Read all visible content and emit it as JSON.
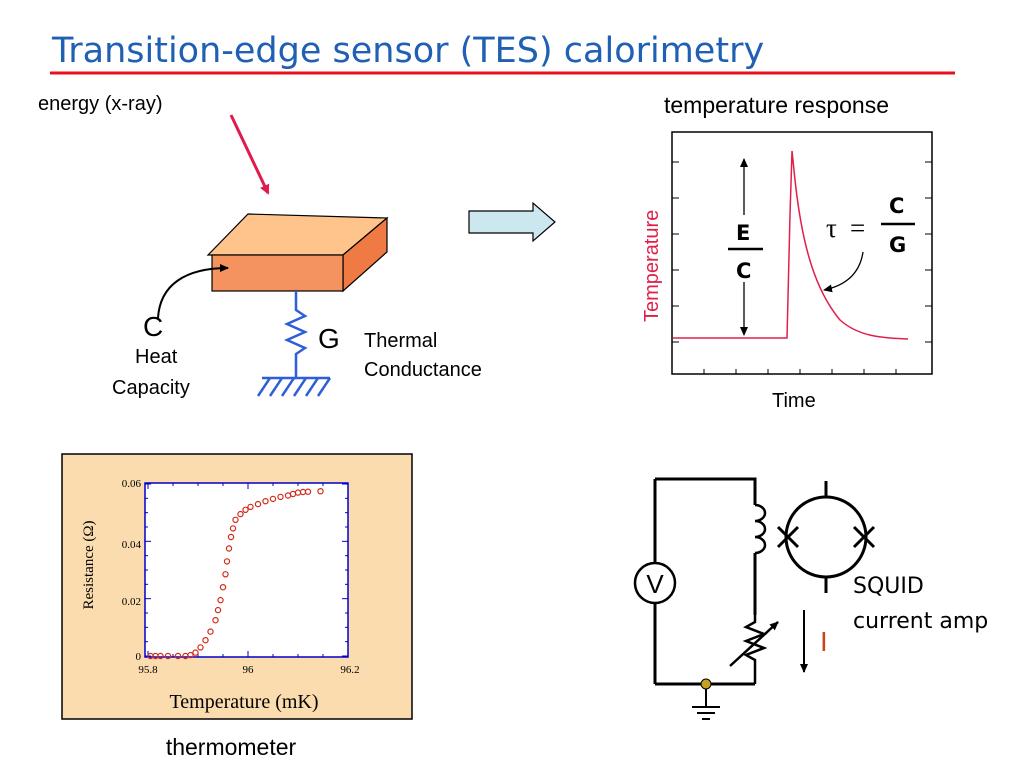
{
  "slide": {
    "title": "Transition-edge sensor (TES) calorimetry",
    "accent_color": "#1f5fb4",
    "underline_color": "#e8101e"
  },
  "absorber_diagram": {
    "energy_label": "energy  (x-ray)",
    "c_symbol": "C",
    "heat_label_1": "Heat",
    "heat_label_2": "Capacity",
    "g_symbol": "G",
    "thermal_label_1": "Thermal",
    "thermal_label_2": "Conductance",
    "block_color": "#f4935f",
    "block_top_color": "#ffc48c",
    "spring_color": "#2f5fd8"
  },
  "temperature_response": {
    "heading": "temperature response",
    "ylabel": "Temperature",
    "xlabel": "Time",
    "pulse_height_num": "E",
    "pulse_height_den": "C",
    "tau_symbol": "τ",
    "equals": "=",
    "tau_num": "C",
    "tau_den": "G",
    "curve_color": "#e0204a"
  },
  "chart_data": {
    "type": "scatter",
    "title": "",
    "xlabel": "Temperature (mK)",
    "ylabel": "Resistance (Ω)",
    "xlim": [
      95.8,
      96.2
    ],
    "ylim": [
      0,
      0.06
    ],
    "x_ticks": [
      "95.8",
      "96",
      "96.2"
    ],
    "y_ticks": [
      "0",
      "0.02",
      "0.04",
      "0.06"
    ],
    "grid": false,
    "marker_color": "#d32a1a",
    "background": "#fbdcae",
    "x": [
      95.805,
      95.815,
      95.825,
      95.84,
      95.86,
      95.875,
      95.885,
      95.895,
      95.905,
      95.915,
      95.925,
      95.935,
      95.94,
      95.945,
      95.95,
      95.955,
      95.958,
      95.962,
      95.966,
      95.97,
      95.975,
      95.985,
      95.995,
      96.005,
      96.02,
      96.035,
      96.05,
      96.065,
      96.08,
      96.09,
      96.1,
      96.11,
      96.12,
      96.145
    ],
    "y": [
      0.0,
      0.0,
      0.0,
      0.0,
      0.0,
      0.0,
      0.0003,
      0.0012,
      0.003,
      0.0055,
      0.0085,
      0.0125,
      0.016,
      0.0195,
      0.024,
      0.0285,
      0.033,
      0.0375,
      0.0415,
      0.0445,
      0.0475,
      0.0495,
      0.051,
      0.052,
      0.053,
      0.054,
      0.0548,
      0.0555,
      0.056,
      0.0565,
      0.057,
      0.0572,
      0.0573,
      0.0575
    ]
  },
  "thermometer_caption": "thermometer",
  "circuit": {
    "voltmeter_label": "V",
    "squid_label_1": "SQUID",
    "squid_label_2": "current amp",
    "current_label": "I",
    "current_color": "#c8461a",
    "node_color": "#c8a020"
  }
}
